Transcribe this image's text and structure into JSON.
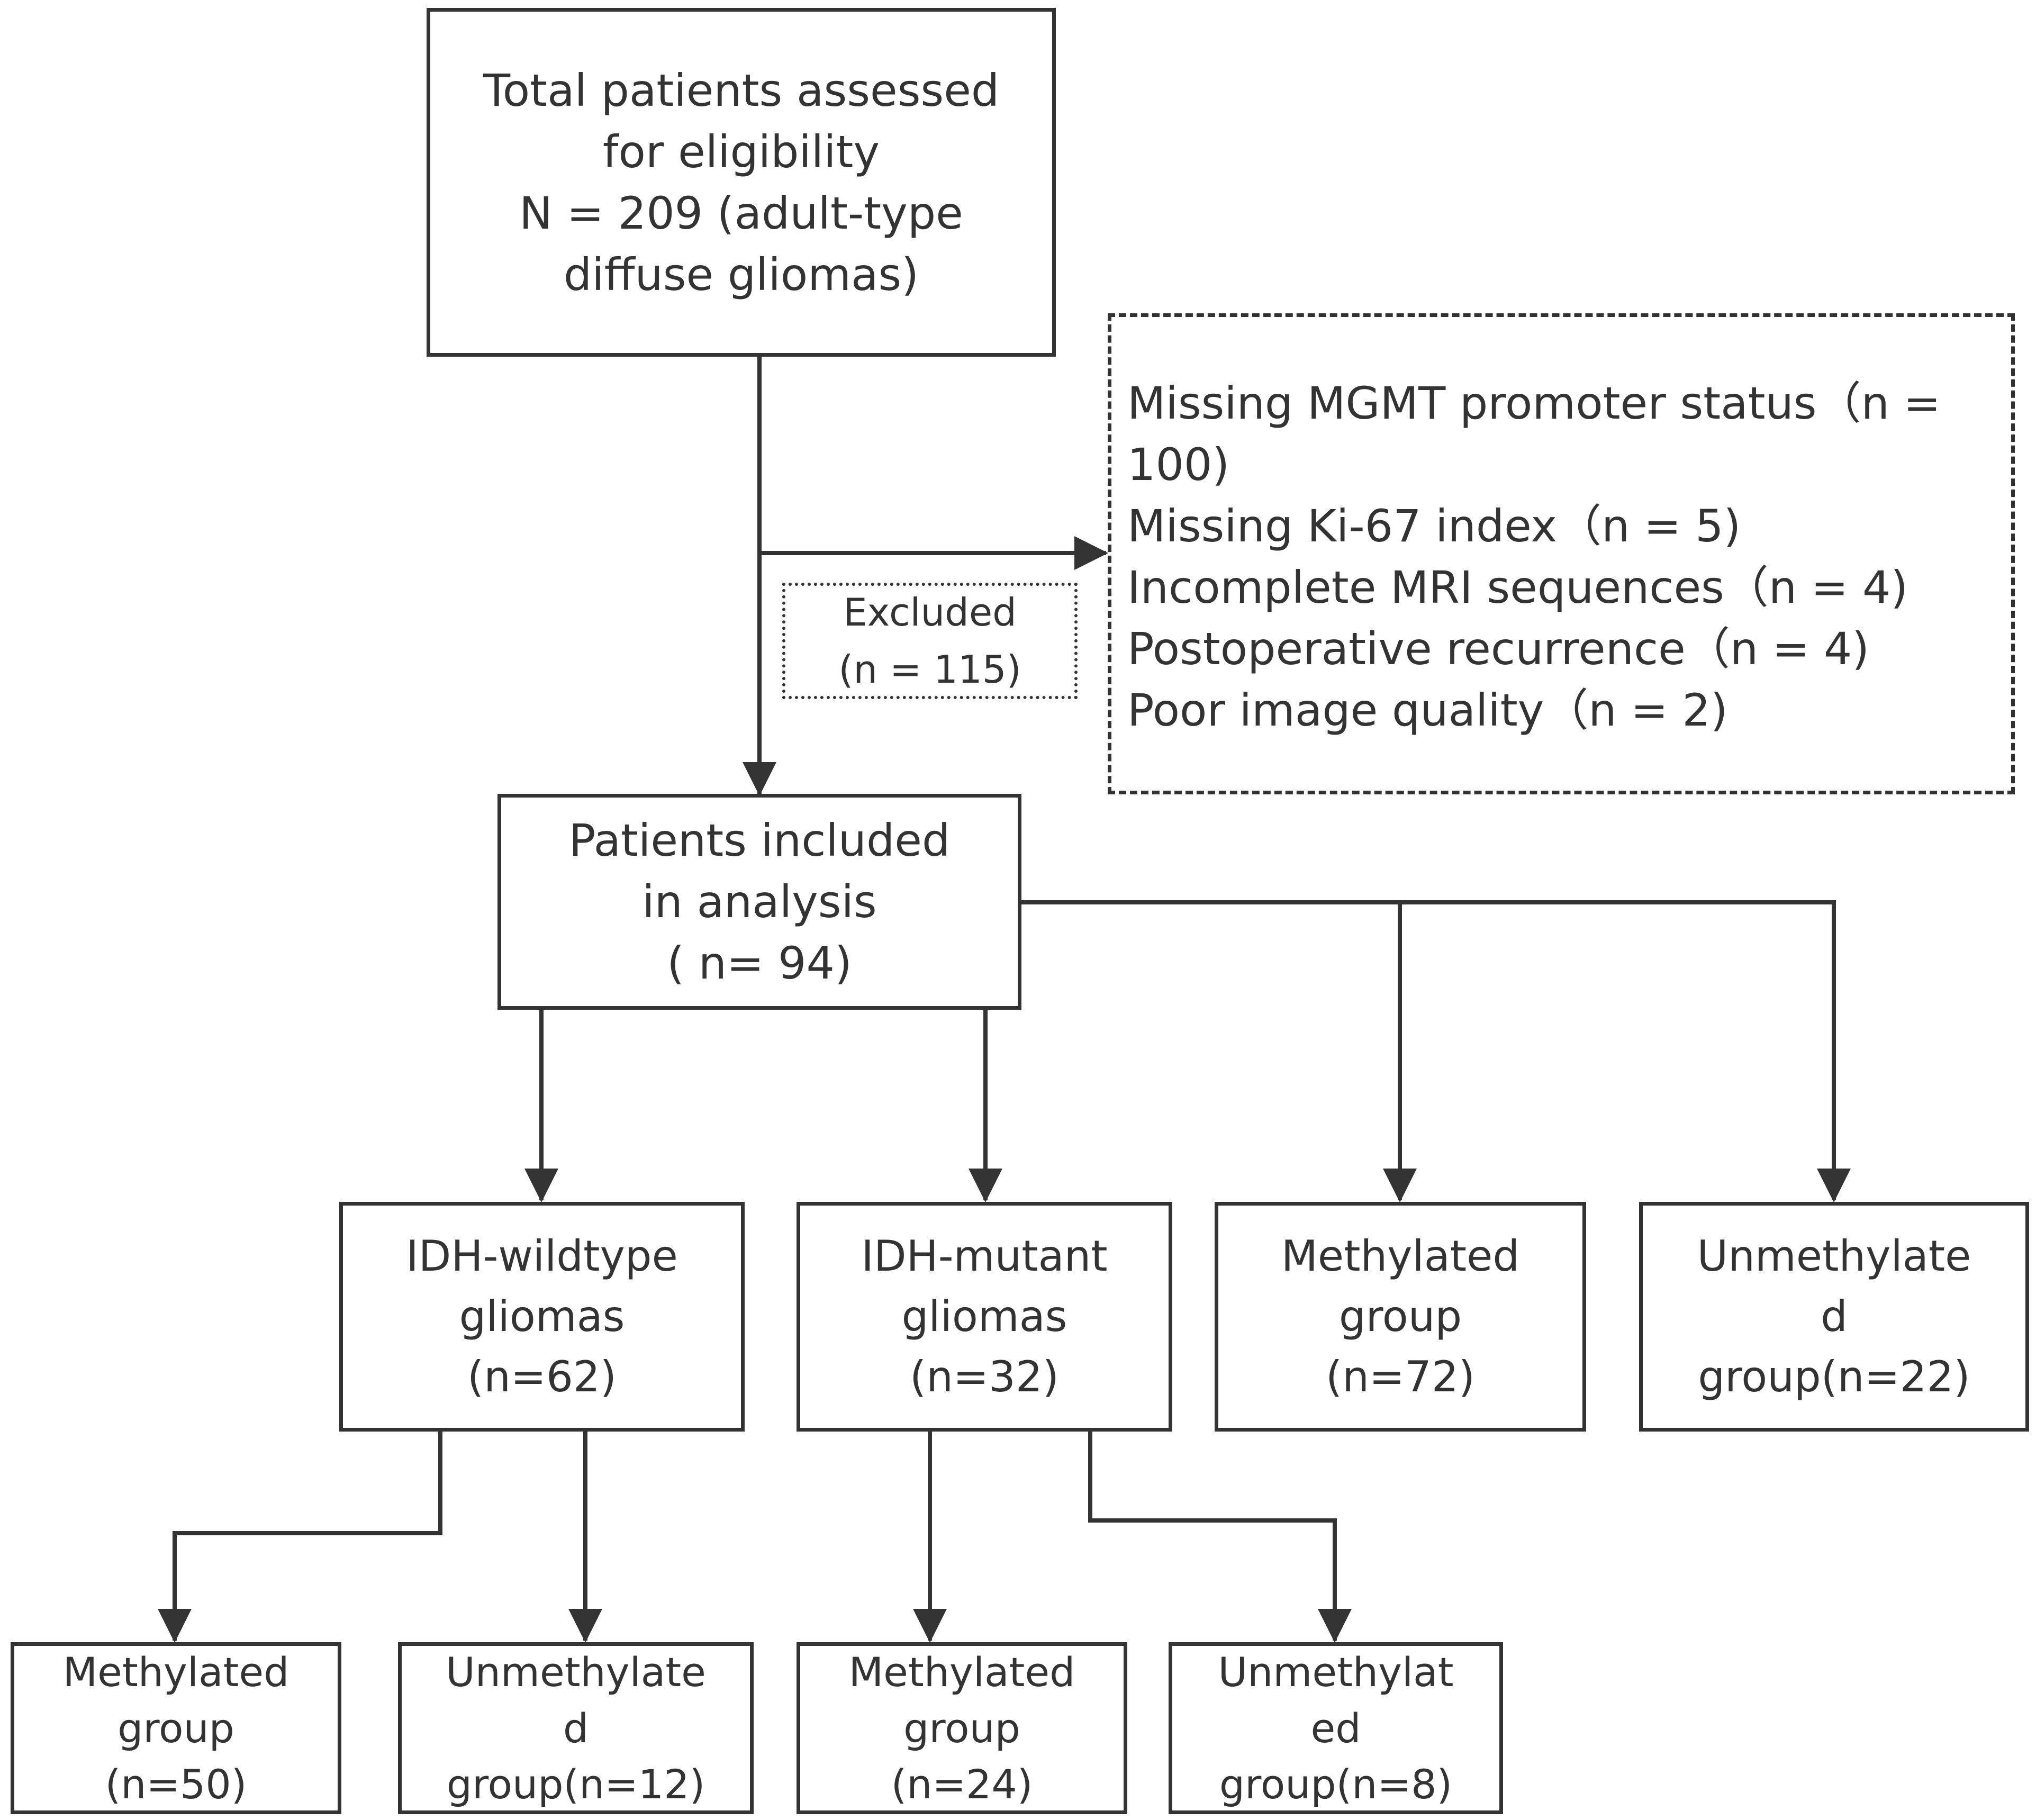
{
  "top_box": {
    "lines": [
      "Total patients assessed",
      "for eligibility",
      "N = 209 (adult-type",
      "diffuse gliomas)"
    ]
  },
  "excluded_box": {
    "lines": [
      "Excluded",
      "(n = 115)"
    ]
  },
  "exclusion_reasons": {
    "lines": [
      "Missing MGMT promoter status（n =",
      "100)",
      "Missing Ki-67 index（n = 5)",
      "Incomplete MRI sequences（n = 4)",
      "Postoperative recurrence（n = 4)",
      "Poor image quality（n = 2)"
    ]
  },
  "included_box": {
    "lines": [
      "Patients included",
      "in analysis",
      "( n= 94)"
    ]
  },
  "groups": [
    {
      "lines": [
        "IDH-wildtype",
        "gliomas",
        "(n=62)"
      ]
    },
    {
      "lines": [
        "IDH-mutant",
        "gliomas",
        "(n=32)"
      ]
    },
    {
      "lines": [
        "Methylated",
        "group",
        "(n=72)"
      ]
    },
    {
      "lines": [
        "Unmethylate",
        "d",
        "group(n=22)"
      ]
    }
  ],
  "subgroups": [
    {
      "lines": [
        "Methylated",
        "group",
        "(n=50)"
      ]
    },
    {
      "lines": [
        "Unmethylate",
        "d",
        "group(n=12)"
      ]
    },
    {
      "lines": [
        "Methylated",
        "group",
        "(n=24)"
      ]
    },
    {
      "lines": [
        "Unmethylat",
        "ed",
        "group(n=8)"
      ]
    }
  ]
}
